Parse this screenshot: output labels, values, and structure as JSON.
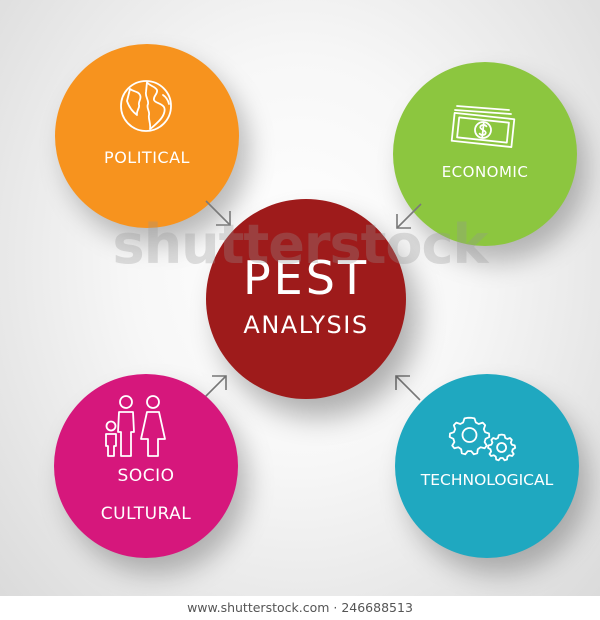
{
  "colors": {
    "political": "#f7931e",
    "economic": "#8cc63f",
    "center": "#9e1b1b",
    "socio_cultural": "#d6177c",
    "technological": "#1fa8c0",
    "arrow": "#7a7a7a",
    "text": "#ffffff"
  },
  "nodes": {
    "political": {
      "label": "POLITICAL",
      "icon": "globe-icon"
    },
    "economic": {
      "label": "ECONOMIC",
      "icon": "money-icon"
    },
    "center": {
      "title": "PEST",
      "subtitle": "ANALYSIS"
    },
    "socio_cultural": {
      "label_line1": "SOCIO",
      "label_line2": "CULTURAL",
      "icon": "family-icon"
    },
    "technological": {
      "label": "TECHNOLOGICAL",
      "icon": "gears-icon"
    }
  },
  "watermark": "shutterstock",
  "footer": "www.shutterstock.com · 246688513"
}
